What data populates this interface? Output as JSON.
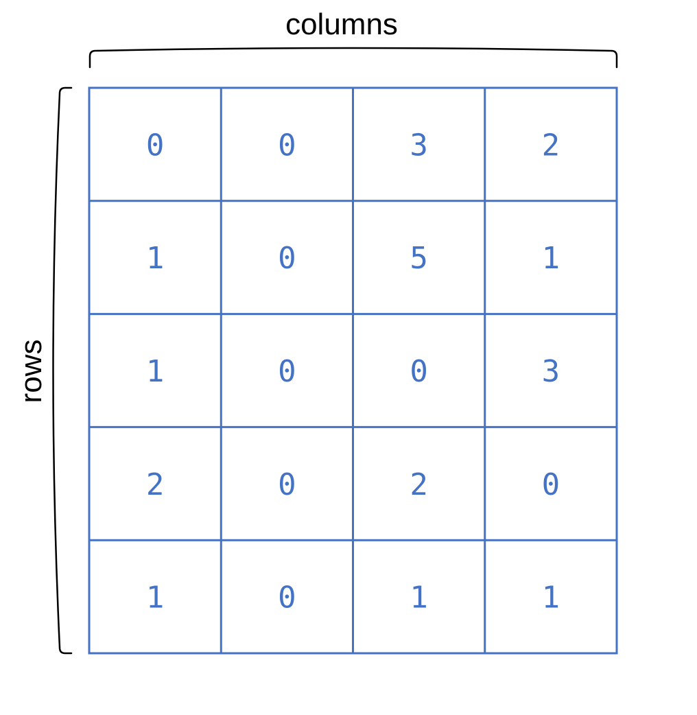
{
  "diagram": {
    "columns_label": "columns",
    "rows_label": "rows",
    "matrix": [
      [
        "0",
        "0",
        "3",
        "2"
      ],
      [
        "1",
        "0",
        "5",
        "1"
      ],
      [
        "1",
        "0",
        "0",
        "3"
      ],
      [
        "2",
        "0",
        "2",
        "0"
      ],
      [
        "1",
        "0",
        "1",
        "1"
      ]
    ],
    "colors": {
      "grid": "#4472c4",
      "value_text": "#4472c4",
      "brace": "#000000"
    }
  }
}
